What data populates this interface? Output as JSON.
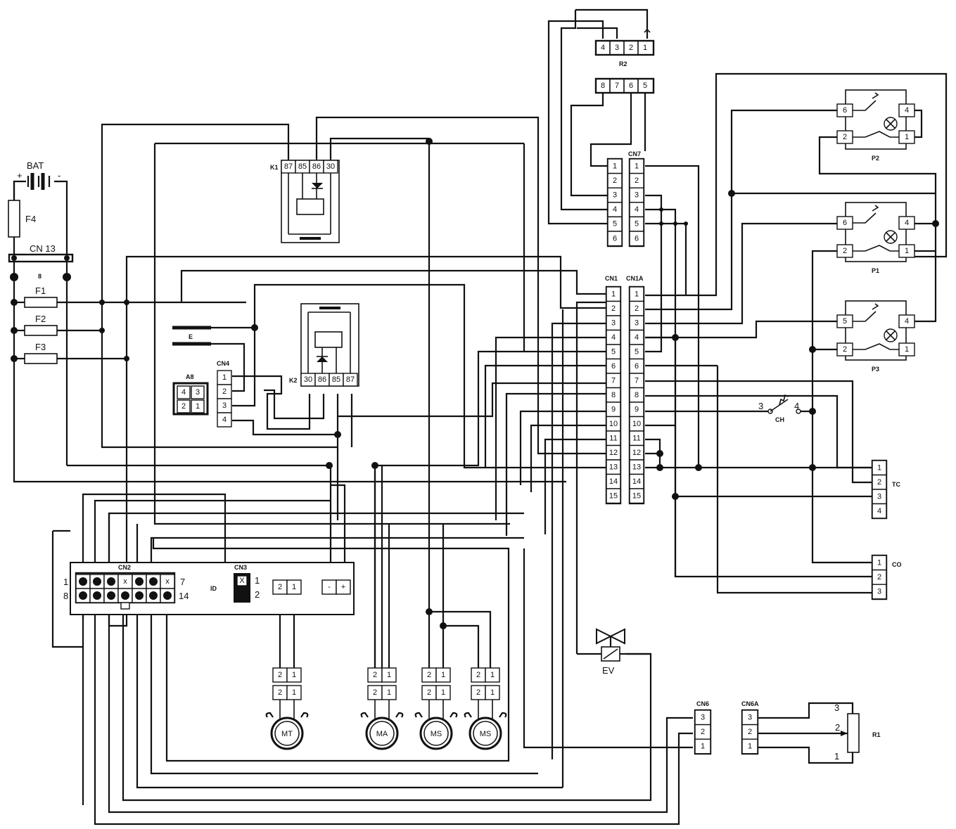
{
  "components": {
    "bat": {
      "label": "BAT",
      "plus": "+",
      "minus": "-"
    },
    "f4": "F4",
    "cn13": "CN 13",
    "cn13_pin": "8",
    "f1": "F1",
    "f2": "F2",
    "f3": "F3",
    "k1": {
      "label": "K1",
      "pins": [
        "87",
        "85",
        "86",
        "30"
      ]
    },
    "k2": {
      "label": "K2",
      "pins": [
        "30",
        "86",
        "85",
        "87"
      ]
    },
    "e": "E",
    "a8": {
      "label": "A8",
      "pins": [
        "4",
        "3",
        "2",
        "1"
      ]
    },
    "cn4": {
      "label": "CN4",
      "pins": [
        "1",
        "2",
        "3",
        "4"
      ]
    },
    "r2": {
      "label": "R2",
      "top_pins": [
        "4",
        "3",
        "2",
        "1"
      ],
      "bottom_pins": [
        "8",
        "7",
        "6",
        "5"
      ]
    },
    "cn7": {
      "label": "CN7",
      "pins": [
        "1",
        "2",
        "3",
        "4",
        "5",
        "6"
      ]
    },
    "cn1": {
      "label": "CN1",
      "pins": [
        "1",
        "2",
        "3",
        "4",
        "5",
        "6",
        "7",
        "8",
        "9",
        "10",
        "11",
        "12",
        "13",
        "14",
        "15"
      ]
    },
    "cn1a": {
      "label": "CN1A",
      "pins": [
        "1",
        "2",
        "3",
        "4",
        "5",
        "6",
        "7",
        "8",
        "9",
        "10",
        "11",
        "12",
        "13",
        "14",
        "15"
      ]
    },
    "p2": {
      "label": "P2",
      "pins": [
        "6",
        "4",
        "2",
        "1"
      ]
    },
    "p1": {
      "label": "P1",
      "pins": [
        "6",
        "4",
        "2",
        "1"
      ]
    },
    "p3": {
      "label": "P3",
      "pins": [
        "5",
        "4",
        "2",
        "1"
      ]
    },
    "ch": {
      "label": "CH",
      "left": "3",
      "right": "4"
    },
    "tc": {
      "label": "TC",
      "pins": [
        "1",
        "2",
        "3",
        "4"
      ]
    },
    "co": {
      "label": "CO",
      "pins": [
        "1",
        "2",
        "3"
      ]
    },
    "cn2": {
      "label": "CN2",
      "row1": [
        "",
        "",
        "",
        "x",
        "",
        "",
        "x"
      ],
      "row2": [
        "",
        "",
        "",
        "",
        "",
        "",
        ""
      ],
      "n1": "1",
      "n7": "7",
      "n8": "8",
      "n14": "14"
    },
    "cn3": {
      "label": "CN3",
      "pin1": "1",
      "pin2": "2",
      "x": "X"
    },
    "id": "ID",
    "conn21": [
      "2",
      "1"
    ],
    "power": [
      "-",
      "+"
    ],
    "motors": [
      "MT",
      "MA",
      "MS",
      "MS"
    ],
    "ev": "EV",
    "cn6": {
      "label": "CN6",
      "pins": [
        "3",
        "2",
        "1"
      ]
    },
    "cn6a": {
      "label": "CN6A",
      "pins": [
        "3",
        "2",
        "1"
      ]
    },
    "r1": {
      "label": "R1",
      "p3": "3",
      "p2": "2",
      "p1": "1"
    }
  }
}
